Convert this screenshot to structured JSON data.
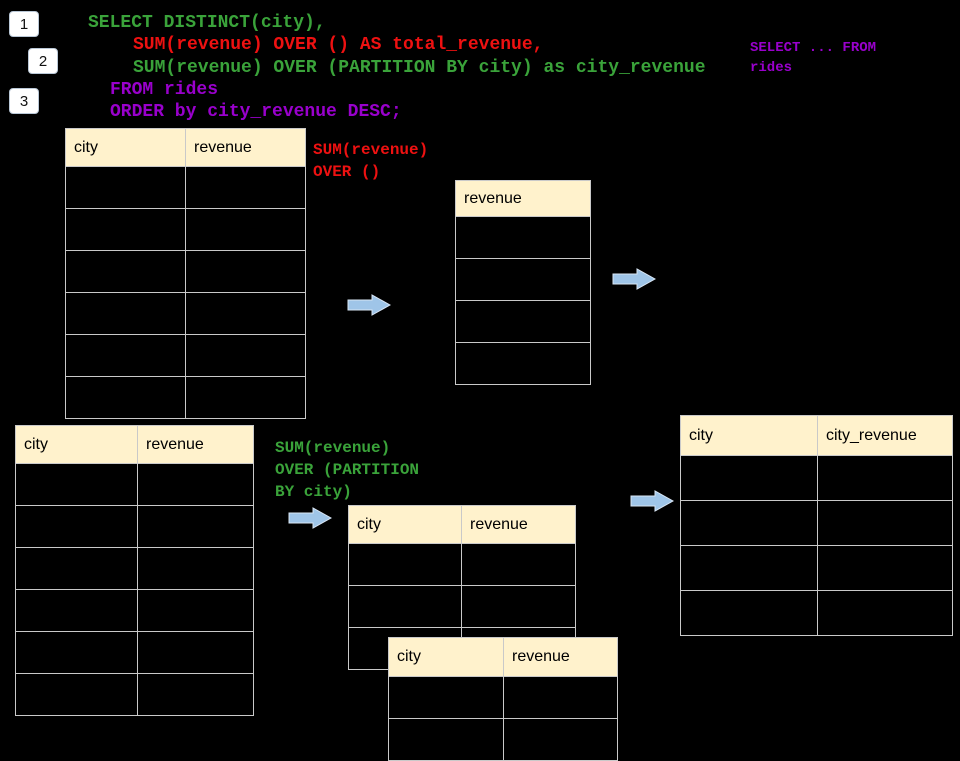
{
  "colors": {
    "green": "#3aa33a",
    "red": "#ee1111",
    "purple": "#9900cc",
    "arrow_fill": "#9fc5e8",
    "arrow_stroke": "#d9e6f5",
    "table_header_bg": "#fff2cc",
    "table_border": "#c9c9c9",
    "badge_bg": "#ffffff",
    "badge_border": "#b9c7d6"
  },
  "badges": [
    "1",
    "2",
    "3"
  ],
  "sql": {
    "line1": "SELECT DISTINCT(city),",
    "line2": "SUM(revenue) OVER () AS total_revenue,",
    "line3": "SUM(revenue) OVER (PARTITION BY city) as city_revenue",
    "line4": "FROM rides",
    "line5": "ORDER by city_revenue DESC;"
  },
  "corner_note": {
    "line1": "SELECT ... FROM",
    "line2": "rides"
  },
  "labels": {
    "total": {
      "line1": "SUM(revenue)",
      "line2": "OVER ()"
    },
    "partition": {
      "line1": "SUM(revenue)",
      "line2": "OVER (PARTITION",
      "line3": "BY city)"
    }
  },
  "tables": {
    "source_top": {
      "headers": [
        "city",
        "revenue"
      ],
      "empty_rows": 6
    },
    "total_revenue_result": {
      "headers": [
        "revenue"
      ],
      "empty_rows": 4
    },
    "source_bottom": {
      "headers": [
        "city",
        "revenue"
      ],
      "empty_rows": 6
    },
    "partition_step": {
      "headers": [
        "city",
        "revenue"
      ],
      "empty_rows": 3
    },
    "partition_step_overlay": {
      "headers": [
        "city",
        "revenue"
      ],
      "empty_rows": 2
    },
    "city_revenue_result": {
      "headers": [
        "city",
        "city_revenue"
      ],
      "empty_rows": 4
    }
  }
}
